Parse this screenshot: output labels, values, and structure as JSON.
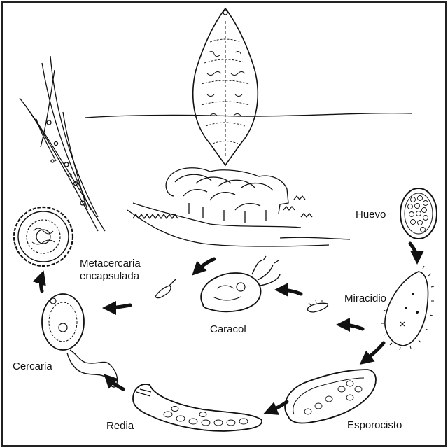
{
  "labels": {
    "huevo": "Huevo",
    "miracidio": "Miracidio",
    "esporocisto": "Esporocisto",
    "redia": "Redia",
    "cercaria": "Cercaria",
    "metacercaria_line1": "Metacercaria",
    "metacercaria_line2": "encapsulada",
    "caracol": "Caracol"
  },
  "colors": {
    "ink": "#111111",
    "paper": "#ffffff"
  }
}
